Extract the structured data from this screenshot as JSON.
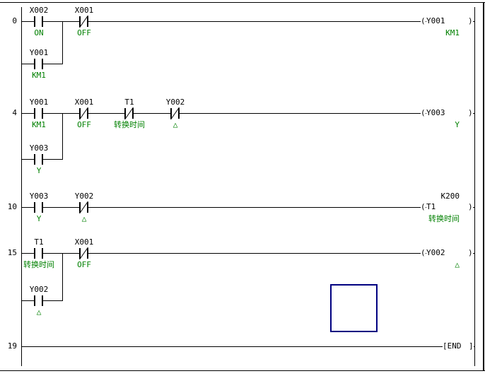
{
  "colors": {
    "wire": "#000000",
    "comment": "#008000",
    "selection": "#000080"
  },
  "symbols": {
    "coil_open": "(",
    "coil_close": ")"
  },
  "rungs": {
    "r0": {
      "step": "0",
      "c1": {
        "label": "X002",
        "comment": "ON"
      },
      "c2": {
        "label": "X001",
        "comment": "OFF"
      },
      "coil": {
        "label": "Y001",
        "comment": "KM1"
      },
      "b1": {
        "label": "Y001",
        "comment": "KM1"
      }
    },
    "r4": {
      "step": "4",
      "c1": {
        "label": "Y001",
        "comment": "KM1"
      },
      "c2": {
        "label": "X001",
        "comment": "OFF"
      },
      "c3": {
        "label": "T1",
        "comment": "转换时间"
      },
      "c4": {
        "label": "Y002",
        "comment": "△"
      },
      "coil": {
        "label": "Y003",
        "comment": "Y"
      },
      "b1": {
        "label": "Y003",
        "comment": "Y"
      }
    },
    "r10": {
      "step": "10",
      "c1": {
        "label": "Y003",
        "comment": "Y"
      },
      "c2": {
        "label": "Y002",
        "comment": "△"
      },
      "coil": {
        "label": "T1",
        "constant": "K200",
        "comment": "转换时间"
      }
    },
    "r15": {
      "step": "15",
      "c1": {
        "label": "T1",
        "comment": "转换时间"
      },
      "c2": {
        "label": "X001",
        "comment": "OFF"
      },
      "coil": {
        "label": "Y002",
        "comment": "△"
      },
      "b1": {
        "label": "Y002",
        "comment": "△"
      }
    },
    "r19": {
      "step": "19",
      "end": "[END",
      "end_bracket": "]"
    }
  }
}
